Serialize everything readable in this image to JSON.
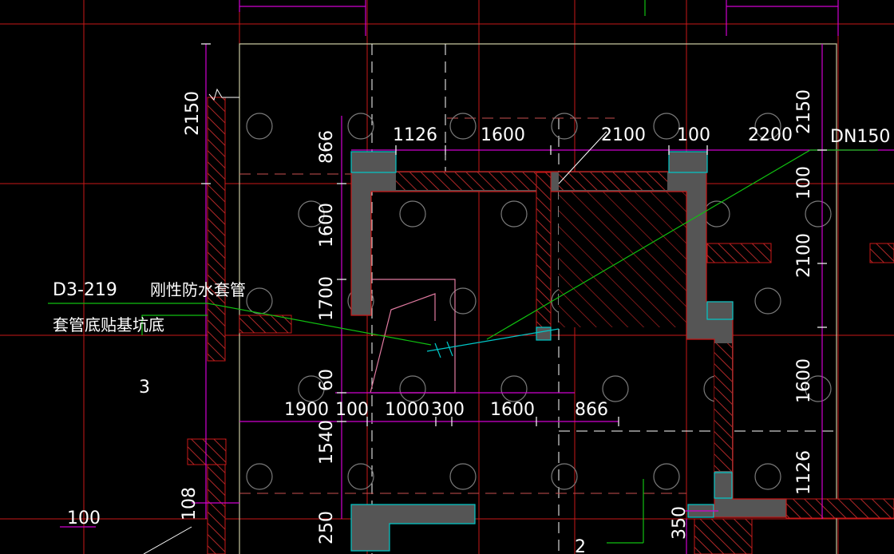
{
  "colors": {
    "background": "#000000",
    "axis_red": "#d01818",
    "wall_fill": "#505050",
    "hatch": "#c03030",
    "dim_magenta": "#d000d0",
    "note_green": "#10c010",
    "cyan_edge": "#00c8c8",
    "pile_circle": "#7a7a7a",
    "boundary": "#c8c8a0"
  },
  "labels": {
    "pipe_code": "D3-219",
    "pipe_name": "刚性防水套管",
    "pipe_note": "套管底贴基坑底",
    "pipe_dn": "DN150",
    "axis_3": "3",
    "axis_2": "2"
  },
  "dims": {
    "top_1126": "1126",
    "top_1600": "1600",
    "top_2100": "2100",
    "top_100": "100",
    "top_2200": "2200",
    "bot_1900": "1900",
    "bot_100": "100",
    "bot_1000": "1000",
    "bot_300": "300",
    "bot_1600": "1600",
    "bot_866": "866",
    "left_2150": "2150",
    "left_866": "866",
    "left_1600": "1600",
    "left_1700": "1700",
    "left_60": "60",
    "left_1540": "1540",
    "left_250": "250",
    "left_108": "108",
    "left_100": "100",
    "right_2150": "2150",
    "right_100": "100",
    "right_2100": "2100",
    "right_1600": "1600",
    "right_1126": "1126",
    "right_350": "350"
  }
}
